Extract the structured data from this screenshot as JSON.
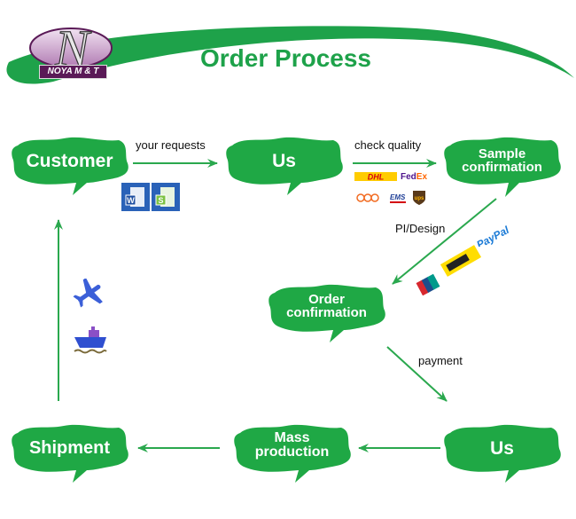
{
  "header": {
    "title": "Order Process",
    "logo_letter": "N",
    "logo_text": "NOYA M & T"
  },
  "colors": {
    "bubble_green": "#1fa845",
    "arrow_green": "#2aa84e",
    "title_green": "#1ea24a",
    "logo_purple": "#5a1a57"
  },
  "steps": {
    "customer": "Customer",
    "us_top": "Us",
    "sample_line1": "Sample",
    "sample_line2": "confirmation",
    "order_line1": "Order",
    "order_line2": "confirmation",
    "us_bottom": "Us",
    "mass_line1": "Mass",
    "mass_line2": "production",
    "shipment": "Shipment"
  },
  "arrow_labels": {
    "your_requests": "your requests",
    "check_quality": "check quality",
    "pi_design": "PI/Design",
    "payment": "payment"
  },
  "icons": {
    "word_letter": "W",
    "sheet_letter": "S",
    "couriers": [
      "DHL",
      "FedEx",
      "TNT",
      "EMS",
      "UPS"
    ],
    "payments": [
      "PayPal",
      "Western Union",
      "UnionPay"
    ],
    "transport": [
      "airplane",
      "ship"
    ]
  }
}
